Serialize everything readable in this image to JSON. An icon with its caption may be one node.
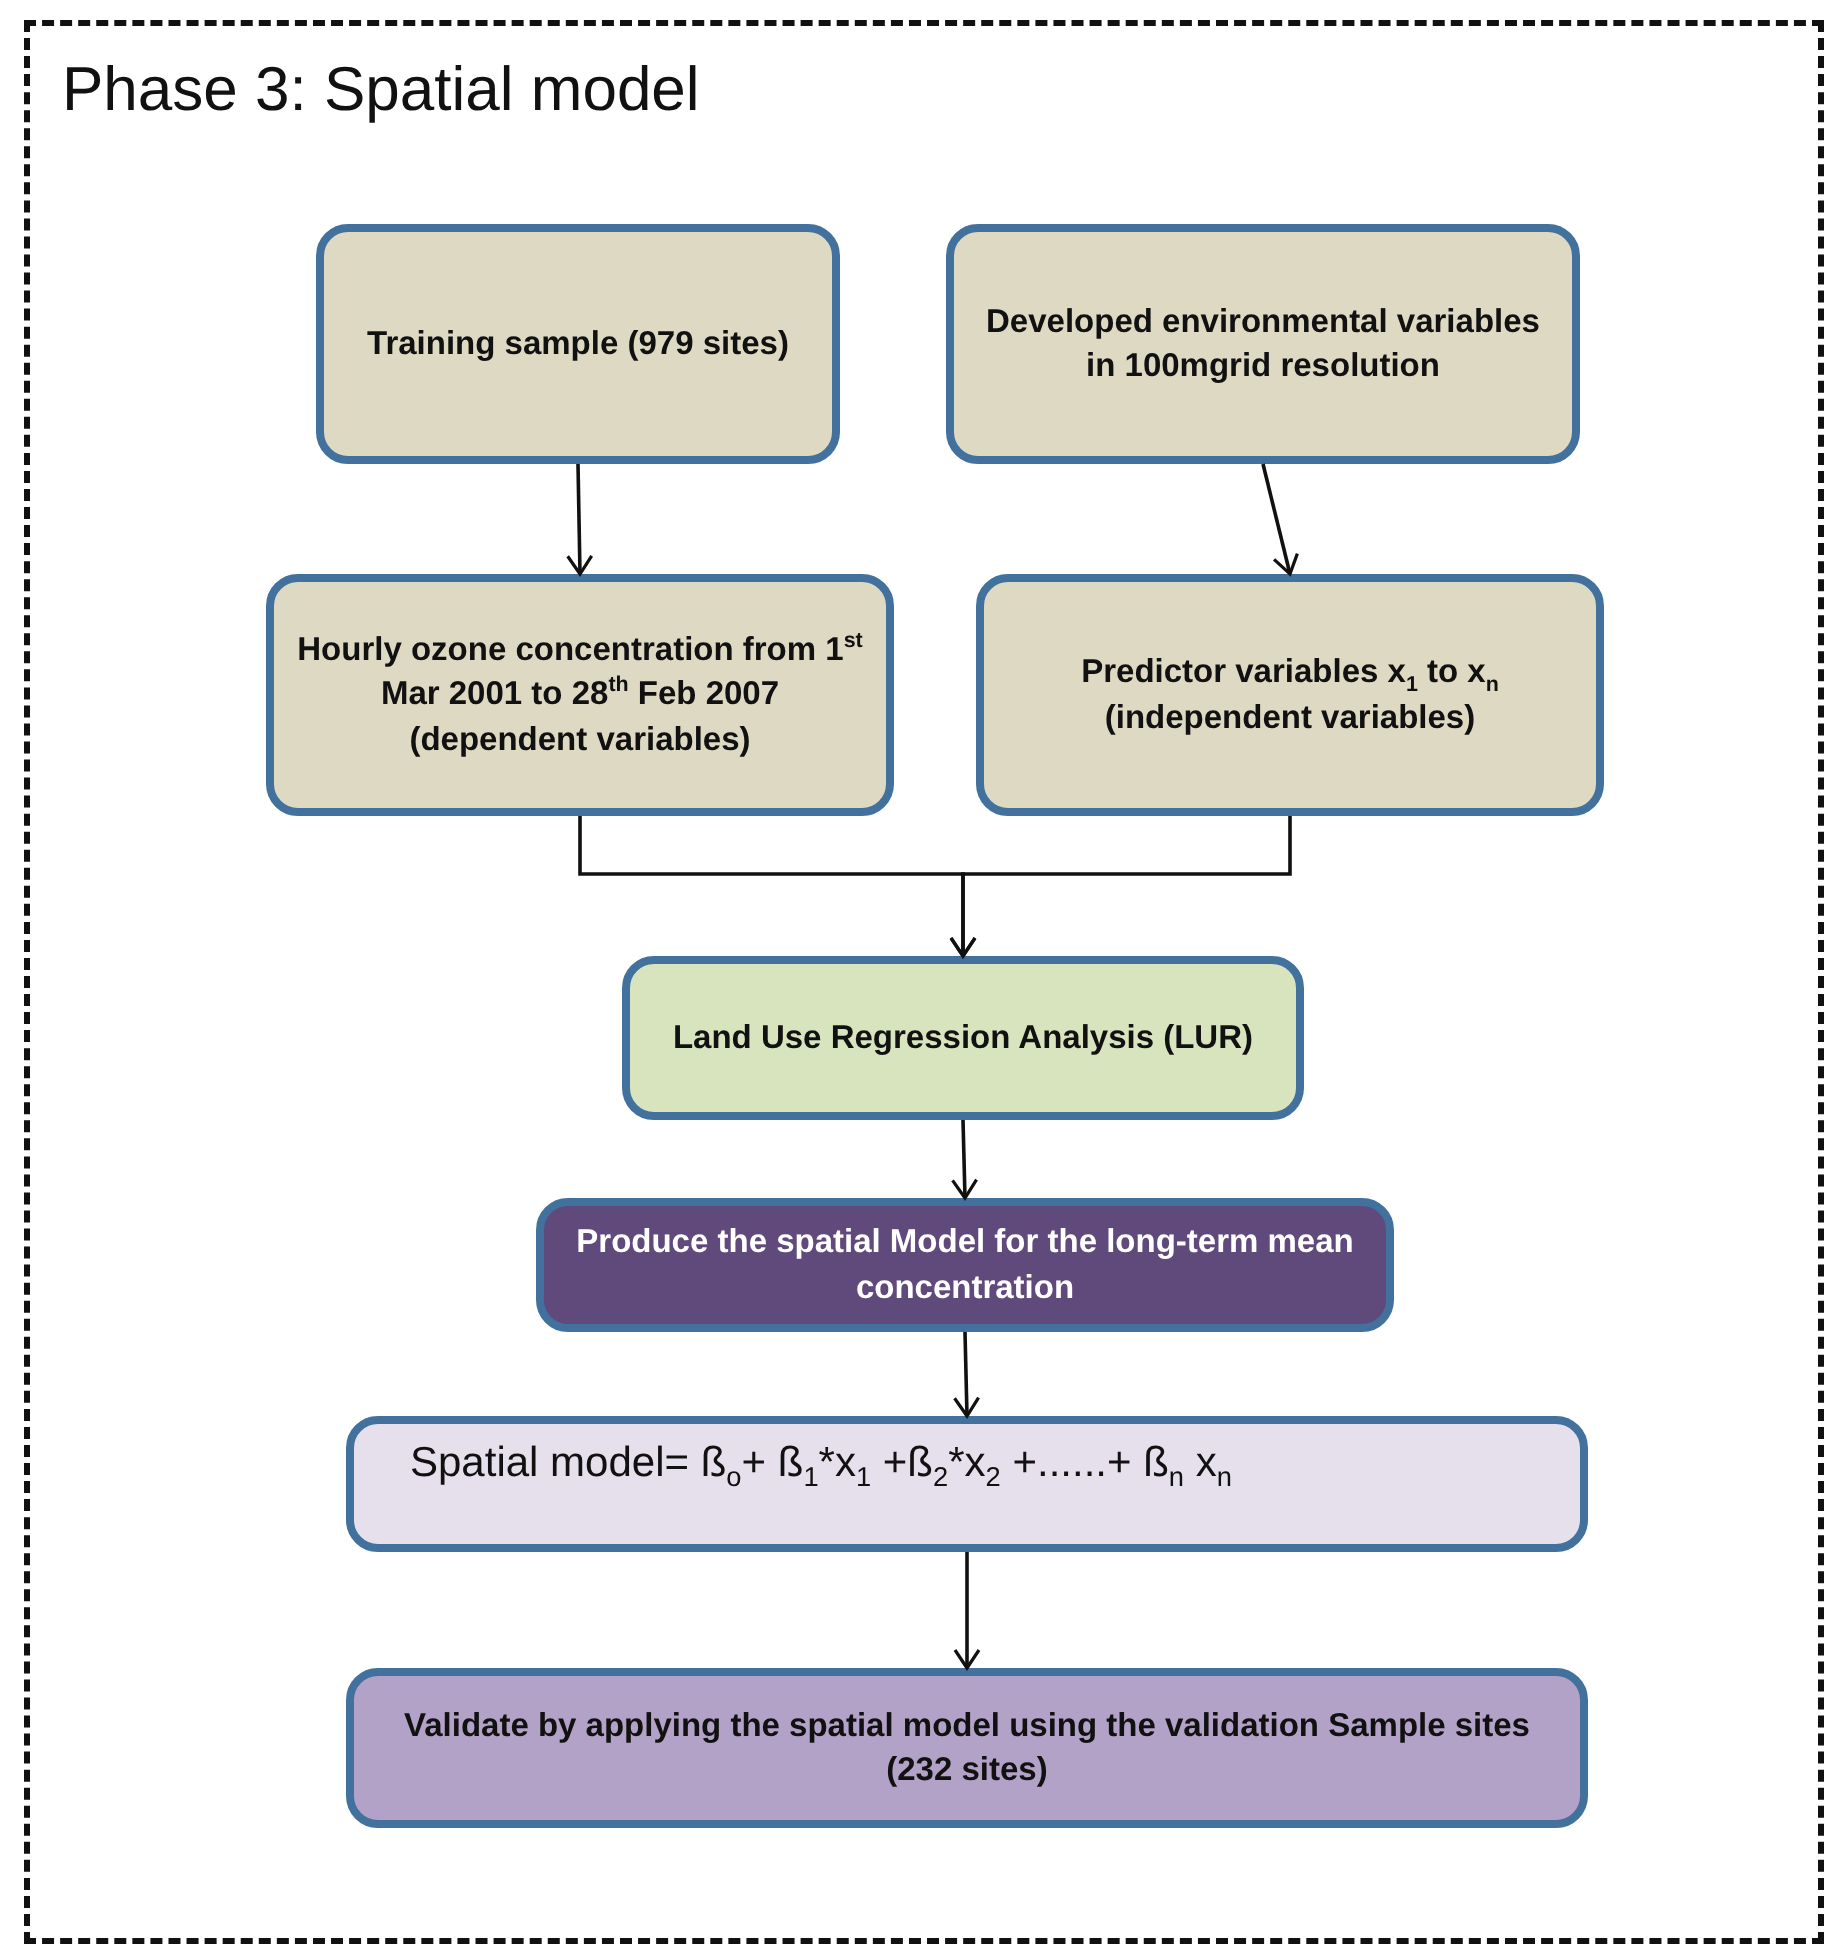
{
  "diagram": {
    "nodes": [
      {
        "text": [
          "Phase 3: Spatial model"
        ]
      },
      {
        "text": [
          "Training sample (979 sites)"
        ],
        "in": 0
      },
      {
        "text": [
          "Developed environmental variables in 100mgrid resolution"
        ],
        "in": 0
      },
      {
        "text": [
          "Hourly ozone concentration from 1$^{st}$ Mar 2001 to 28$^{th}$ Feb 2007 (dependent variables)"
        ],
        "in": 0
      },
      {
        "text": [
          "Predictor variables x$_{1}$ to x$_{n}$ (independent variables)"
        ],
        "in": 0
      },
      {
        "text": [
          "Land Use Regression  Analysis (LUR)"
        ],
        "in": 0
      },
      {
        "text": [
          "Produce  the spatial Model for the long-term mean concentration"
        ],
        "in": 0
      },
      {
        "text": [
          "Spatial model= ß$_{o}$+ ß$_{1}$*x$_{1}$ +ß$_{2}$*x$_{2}$ +......+  ß$_{n}$ x$_{n}$"
        ],
        "in": 0
      },
      {
        "text": [
          "Validate by  applying the spatial model  using the validation Sample sites (232 sites)"
        ],
        "in": 0
      }
    ],
    "edges": [
      {
        "from": 1,
        "to": 3,
        "arrow": "to"
      },
      {
        "from": 2,
        "to": 4,
        "arrow": "to"
      },
      {
        "from": 3,
        "to": 5,
        "arrow": "to"
      },
      {
        "from": 4,
        "to": 5,
        "arrow": "to"
      },
      {
        "from": 5,
        "to": 6,
        "arrow": "to"
      },
      {
        "from": 6,
        "to": 7,
        "arrow": "to"
      },
      {
        "from": 7,
        "to": 8,
        "arrow": "to"
      }
    ]
  }
}
